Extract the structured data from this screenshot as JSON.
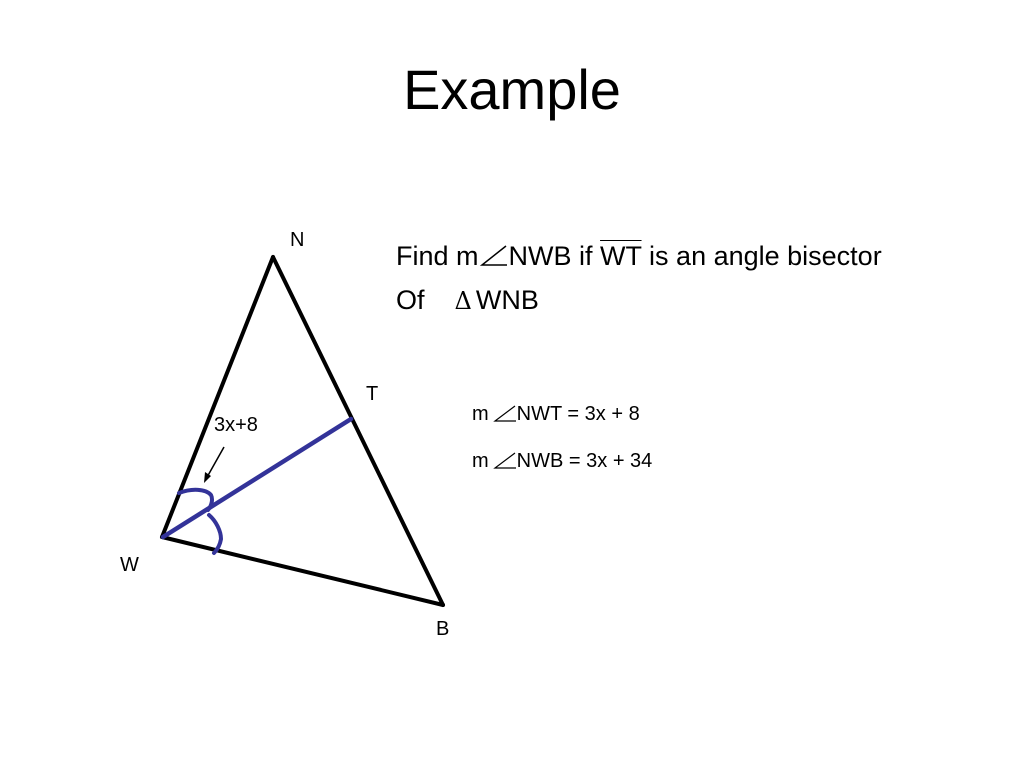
{
  "slide": {
    "title": "Example"
  },
  "problem": {
    "line1_prefix": "Find m",
    "line1_angle": "NWB",
    "line1_if": " if ",
    "line1_segment": "WT",
    "line1_suffix": " is an angle bisector",
    "line2_prefix": "Of",
    "line2_triangle_symbol": "Δ",
    "line2_triangle": "WNB"
  },
  "givens": [
    {
      "prefix": "m",
      "angle": "NWT",
      "expression": " = 3x + 8"
    },
    {
      "prefix": "m",
      "angle": "NWB",
      "expression": " = 3x + 34"
    }
  ],
  "diagram": {
    "vertices": {
      "N": "N",
      "T": "T",
      "W": "W",
      "B": "B"
    },
    "angle_label": "3x+8",
    "colors": {
      "triangle": "#000000",
      "bisector": "#333399"
    }
  }
}
